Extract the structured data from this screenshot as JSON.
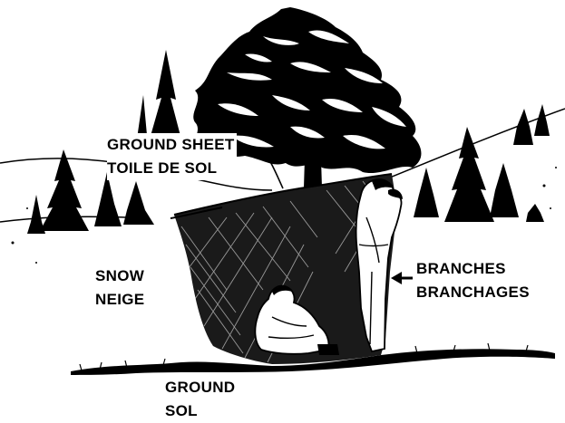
{
  "labels": {
    "ground_sheet": {
      "en": "GROUND SHEET",
      "fr": "TOILE DE SOL"
    },
    "snow": {
      "en": "SNOW",
      "fr": "NEIGE"
    },
    "branches": {
      "en": "BRANCHES",
      "fr": "BRANCHAGES"
    },
    "ground": {
      "en": "GROUND",
      "fr": "SOL"
    }
  },
  "colors": {
    "ink": "#000000",
    "paper": "#ffffff"
  },
  "icons": {
    "branches_pointer": "arrow-left-icon"
  }
}
